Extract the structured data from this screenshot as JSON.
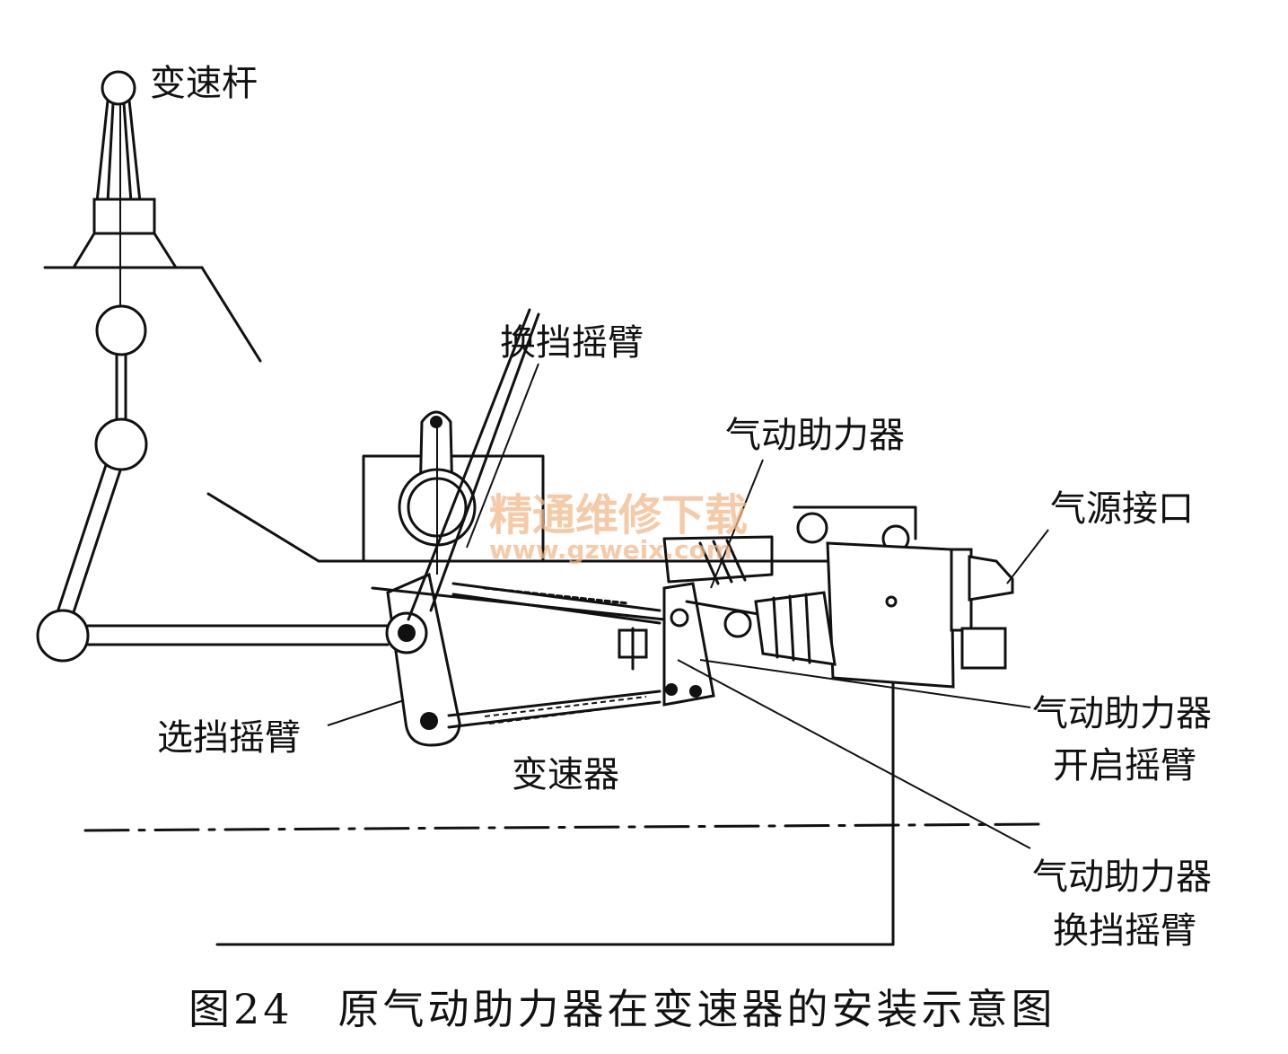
{
  "labels": {
    "shift_lever": "变速杆",
    "shift_rocker_arm": "换挡摇臂",
    "pneumatic_booster": "气动助力器",
    "air_source_port": "气源接口",
    "select_rocker_arm": "选挡摇臂",
    "transmission": "变速器",
    "booster_open_arm_line1": "气动助力器",
    "booster_open_arm_line2": "开启摇臂",
    "booster_shift_arm_line1": "气动助力器",
    "booster_shift_arm_line2": "换挡摇臂"
  },
  "caption": "图24　原气动助力器在变速器的安装示意图",
  "watermark": {
    "text": "精通维修下载",
    "url": "www.gzweix.com"
  }
}
